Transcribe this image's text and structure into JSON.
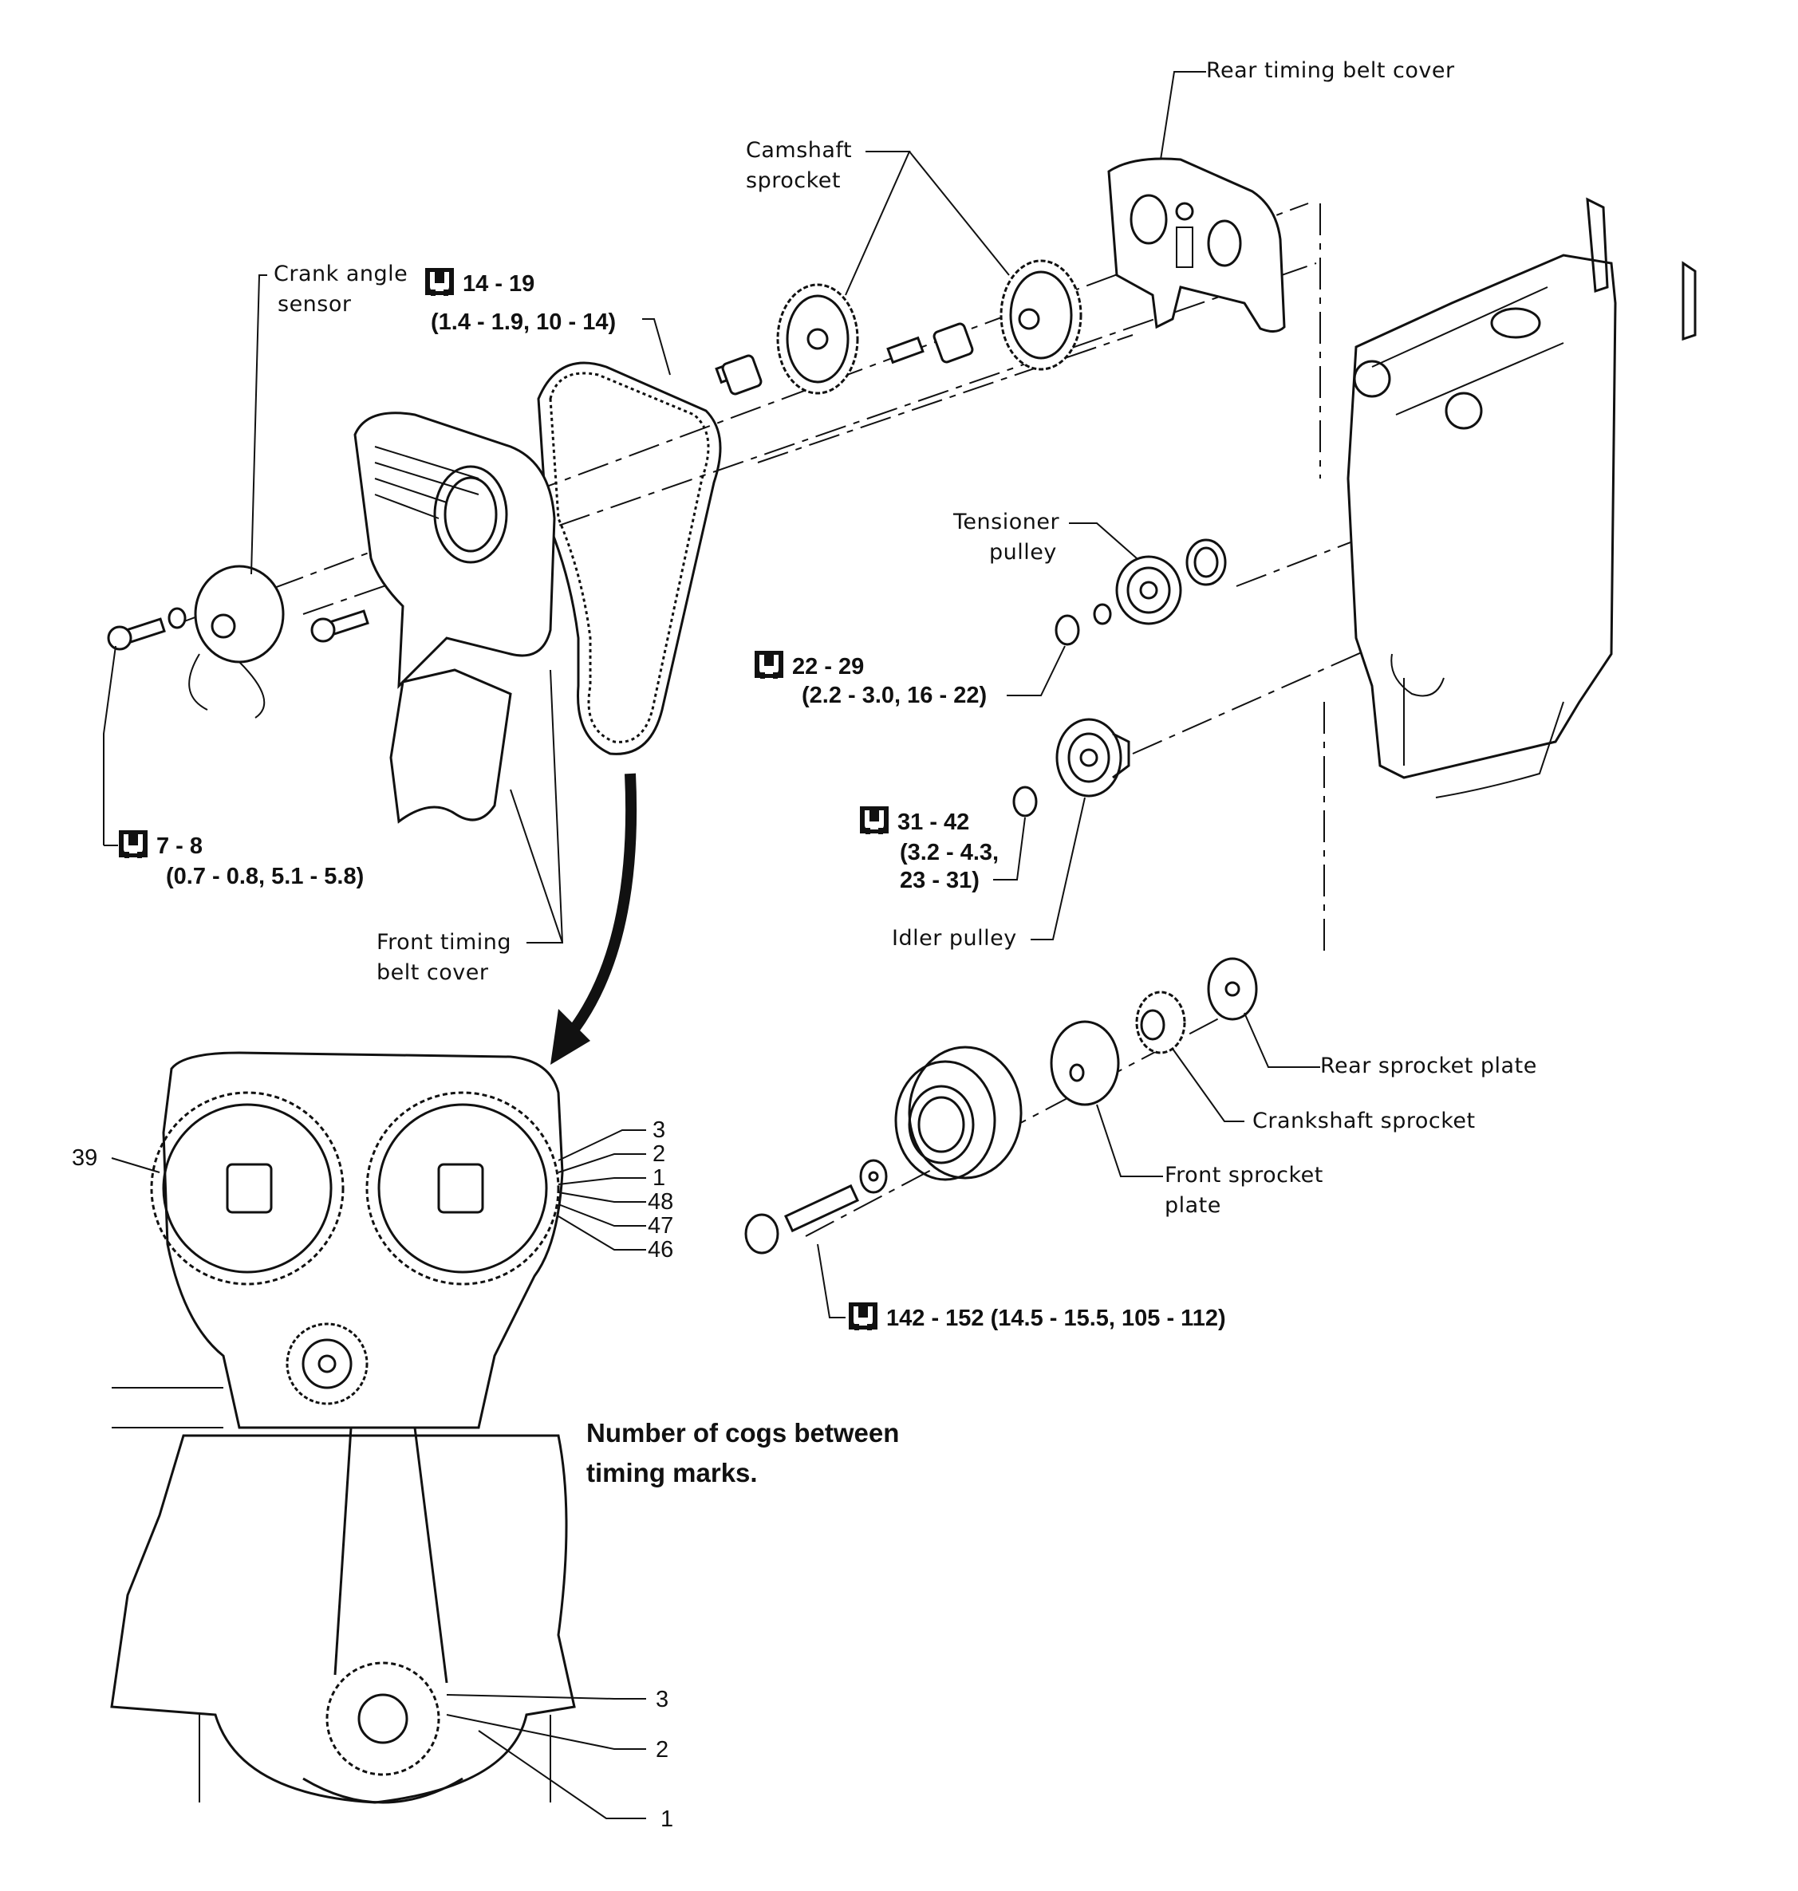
{
  "diagram": {
    "title": "Timing belt exploded view",
    "labels": {
      "rear_timing_belt_cover": "Rear timing belt cover",
      "camshaft_sprocket_l1": "Camshaft",
      "camshaft_sprocket_l2": "sprocket",
      "crank_angle_sensor_l1": "Crank angle",
      "crank_angle_sensor_l2": "sensor",
      "tensioner_pulley_l1": "Tensioner",
      "tensioner_pulley_l2": "pulley",
      "idler_pulley": "Idler pulley",
      "front_timing_belt_cover_l1": "Front timing",
      "front_timing_belt_cover_l2": "belt cover",
      "rear_sprocket_plate": "Rear sprocket plate",
      "crankshaft_sprocket": "Crankshaft sprocket",
      "front_sprocket_plate_l1": "Front sprocket",
      "front_sprocket_plate_l2": "plate"
    },
    "torques": {
      "camshaft_bolt": {
        "nm": "14 - 19",
        "alt": "(1.4 - 1.9, 10 - 14)"
      },
      "sensor_bolt": {
        "nm": "7 - 8",
        "alt": "(0.7 - 0.8, 5.1 - 5.8)"
      },
      "tensioner_nut": {
        "nm": "22 - 29",
        "alt": "(2.2 - 3.0, 16 - 22)"
      },
      "idler_nut": {
        "nm": "31 - 42",
        "alt_l1": "(3.2 - 4.3,",
        "alt_l2": "23 - 31)"
      },
      "crank_bolt": {
        "text": "142 - 152 (14.5 - 15.5, 105 - 112)"
      }
    },
    "timing_marks": {
      "cam_left": "39",
      "cam_right": [
        "3",
        "2",
        "1",
        "48",
        "47",
        "46"
      ],
      "crank": [
        "3",
        "2",
        "1"
      ]
    },
    "note_l1": "Number of cogs between",
    "note_l2": "timing marks.",
    "icons": {
      "torque": "wrench-torque-icon"
    }
  }
}
